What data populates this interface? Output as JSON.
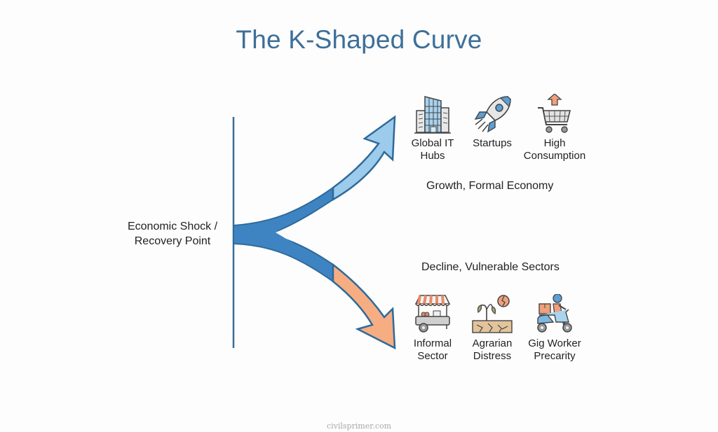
{
  "title": "The K-Shaped Curve",
  "origin": {
    "label_line1": "Economic Shock /",
    "label_line2": "Recovery Point"
  },
  "upper_branch": {
    "label": "Growth, Formal Economy",
    "color_main": "#3f84c2",
    "color_tip": "#9ccbeb",
    "outline": "#2e6a9a",
    "items": [
      {
        "icon": "office-building-icon",
        "line1": "Global IT",
        "line2": "Hubs"
      },
      {
        "icon": "rocket-icon",
        "line1": "Startups",
        "line2": ""
      },
      {
        "icon": "shopping-cart-up-icon",
        "line1": "High",
        "line2": "Consumption"
      }
    ]
  },
  "lower_branch": {
    "label": "Decline, Vulnerable Sectors",
    "color_main": "#3f84c2",
    "color_tip": "#f6ad82",
    "outline": "#2e6a9a",
    "items": [
      {
        "icon": "street-vendor-cart-icon",
        "line1": "Informal",
        "line2": "Sector"
      },
      {
        "icon": "wilting-plant-icon",
        "line1": "Agrarian",
        "line2": "Distress"
      },
      {
        "icon": "delivery-scooter-icon",
        "line1": "Gig Worker",
        "line2": "Precarity"
      }
    ]
  },
  "footer": {
    "watermark": "civilsprimer.com"
  },
  "colors": {
    "title": "#3d6f99",
    "axis": "#3a6d96"
  }
}
